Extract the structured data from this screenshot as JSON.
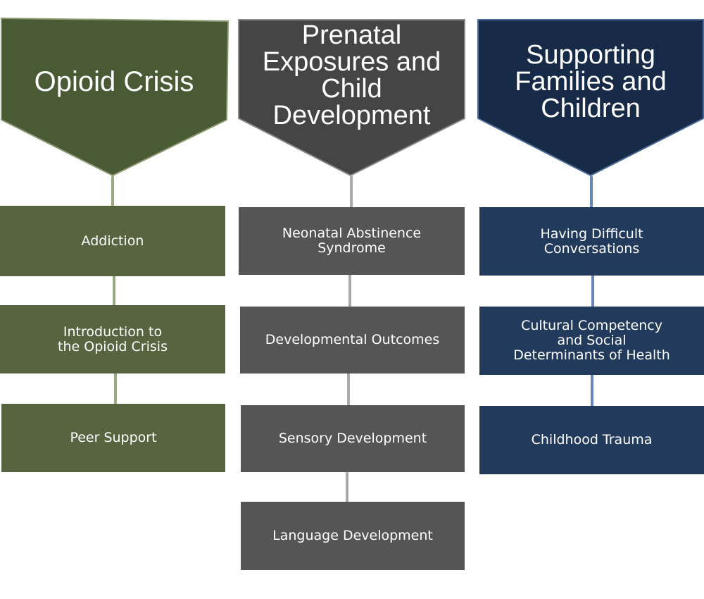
{
  "colors": {
    "green_header": "#4a5a35",
    "green_header_border": "#8a9a70",
    "green_box": "#566540",
    "green_connector": "#9aaa82",
    "gray_header": "#454545",
    "gray_header_border": "#8a8a8a",
    "gray_box": "#555555",
    "gray_connector": "#aaaaaa",
    "navy_header": "#172a47",
    "navy_header_border": "#4a6b99",
    "navy_box": "#223a5c",
    "navy_connector": "#6787b2",
    "text": "#ffffff",
    "background": "#ffffff"
  },
  "columns": [
    {
      "title": "Opioid Crisis",
      "items": [
        "Addiction",
        "Introduction to\nthe Opioid Crisis",
        "Peer Support"
      ]
    },
    {
      "title": "Prenatal\nExposures and\nChild\nDevelopment",
      "items": [
        "Neonatal Abstinence\nSyndrome",
        "Developmental Outcomes",
        "Sensory Development",
        "Language Development"
      ]
    },
    {
      "title": "Supporting\nFamilies and\nChildren",
      "items": [
        "Having Difficult\nConversations",
        "Cultural Competency\nand Social\nDeterminants of Health",
        "Childhood Trauma"
      ]
    }
  ]
}
